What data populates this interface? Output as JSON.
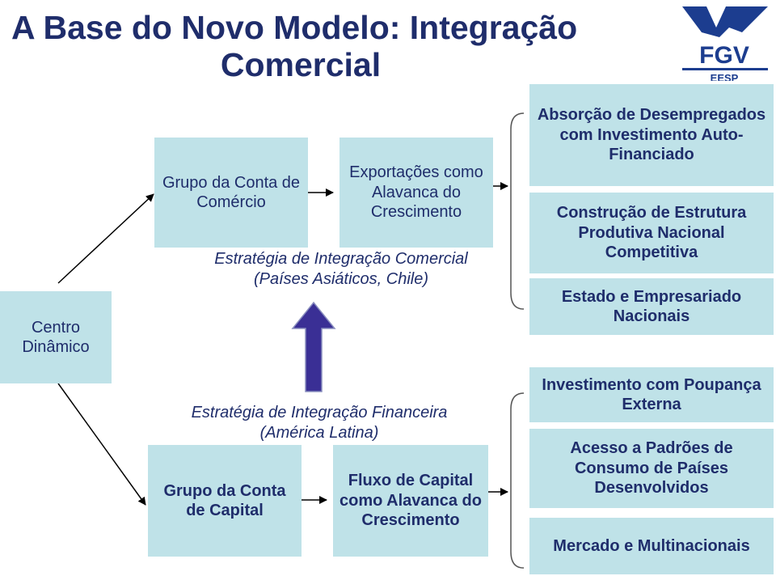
{
  "title": {
    "line1": "A Base do Novo Modelo: Integração",
    "line2": "Comercial"
  },
  "logo": {
    "text": "FGV",
    "subtext": "EESP"
  },
  "colors": {
    "box_fill": "#bfe2e8",
    "text": "#1f2d6b",
    "arrow_fill": "#3a2f95",
    "logo_blue": "#1c3d8f"
  },
  "center": {
    "label": "Centro Dinâmico"
  },
  "top": {
    "group": "Grupo da Conta de Comércio",
    "exports": "Exportações como Alavanca do Crescimento",
    "strategy_line1": "Estratégia de Integração Comercial",
    "strategy_line2": "(Países Asiáticos, Chile)"
  },
  "bottom": {
    "strategy_line1": "Estratégia de Integração Financeira",
    "strategy_line2": "(América Latina)",
    "group": "Grupo da Conta de Capital",
    "flow": "Fluxo de Capital como Alavanca do Crescimento"
  },
  "right_top": [
    "Absorção de Desempregados com Investimento Auto-Financiado",
    "Construção de Estrutura Produtiva Nacional  Competitiva",
    "Estado e Empresariado Nacionais"
  ],
  "right_bottom": [
    "Investimento com Poupança Externa",
    "Acesso a Padrões de Consumo de Países Desenvolvidos",
    "Mercado e Multinacionais"
  ]
}
